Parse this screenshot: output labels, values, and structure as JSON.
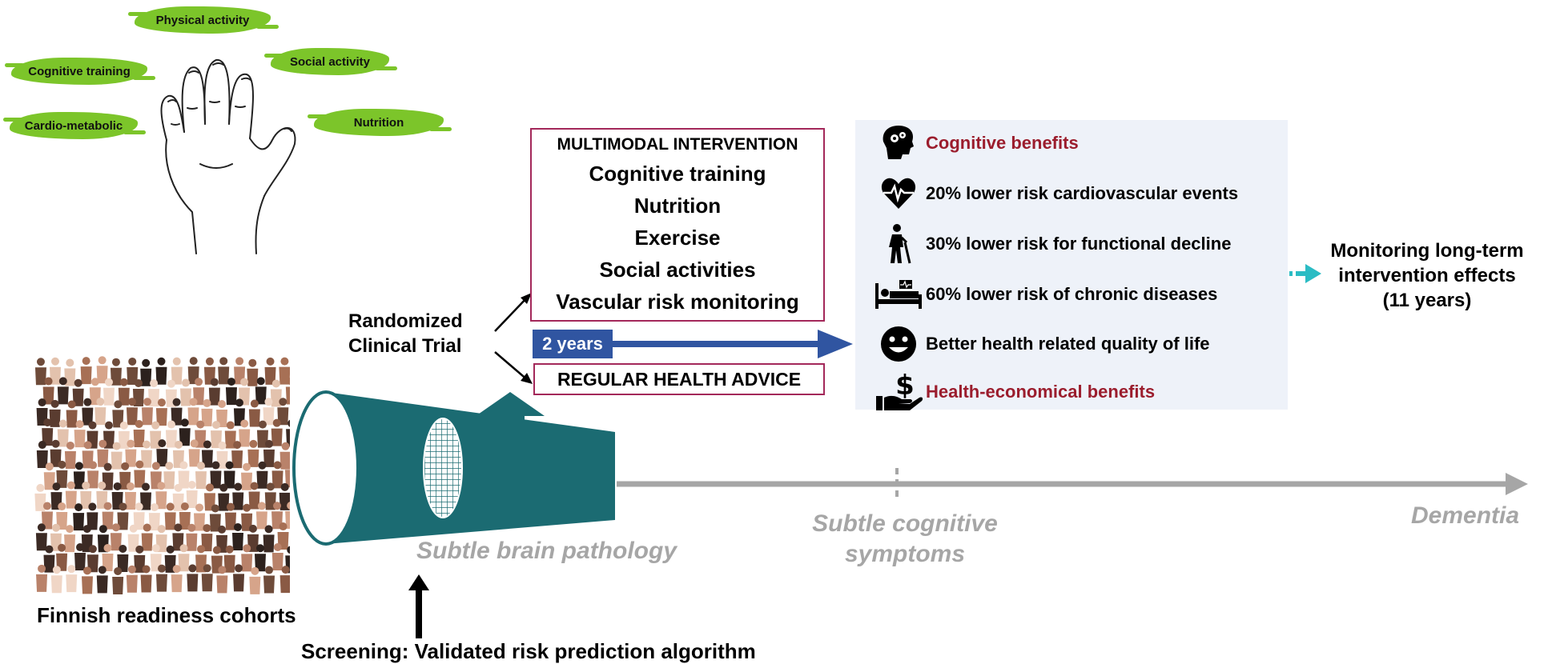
{
  "hand_labels": {
    "physical": "Physical activity",
    "cognitive": "Cognitive training",
    "social": "Social activity",
    "cardio": "Cardio-metabolic",
    "nutrition": "Nutrition"
  },
  "trial": {
    "label_line1": "Randomized",
    "label_line2": "Clinical Trial",
    "intervention_title": "MULTIMODAL INTERVENTION",
    "intervention_items": [
      "Cognitive training",
      "Nutrition",
      "Exercise",
      "Social activities",
      "Vascular risk monitoring"
    ],
    "duration": "2 years",
    "control": "REGULAR HEALTH ADVICE"
  },
  "outcomes": [
    {
      "icon": "brain-gears-icon",
      "text": "Cognitive benefits",
      "color": "#9b1d2d"
    },
    {
      "icon": "heart-pulse-icon",
      "text": "20% lower risk cardiovascular events",
      "color": "#000000"
    },
    {
      "icon": "elderly-person-icon",
      "text": "30% lower risk for functional decline",
      "color": "#000000"
    },
    {
      "icon": "hospital-bed-icon",
      "text": "60% lower risk of chronic diseases",
      "color": "#000000"
    },
    {
      "icon": "smiley-icon",
      "text": "Better health related quality of life",
      "color": "#000000"
    },
    {
      "icon": "hand-dollar-icon",
      "text": "Health-economical benefits",
      "color": "#9b1d2d"
    }
  ],
  "monitoring": {
    "line1": "Monitoring long-term",
    "line2": "intervention effects",
    "line3": "(11 years)"
  },
  "timeline": {
    "stage1": "Subtle brain pathology",
    "stage2_line1": "Subtle cognitive",
    "stage2_line2": "symptoms",
    "stage3": "Dementia"
  },
  "population": "Finnish readiness cohorts",
  "screening": "Screening: Validated risk prediction algorithm",
  "colors": {
    "accent_red": "#9b1d2d",
    "box_border": "#a3285a",
    "funnel": "#1b6b72",
    "arrow_blue": "#3055a1",
    "brush_green": "#7cc52a",
    "timeline_grey": "#a6a6a6",
    "teal_arrow": "#2bbcc4",
    "panel_bg": "#eef2f9"
  }
}
